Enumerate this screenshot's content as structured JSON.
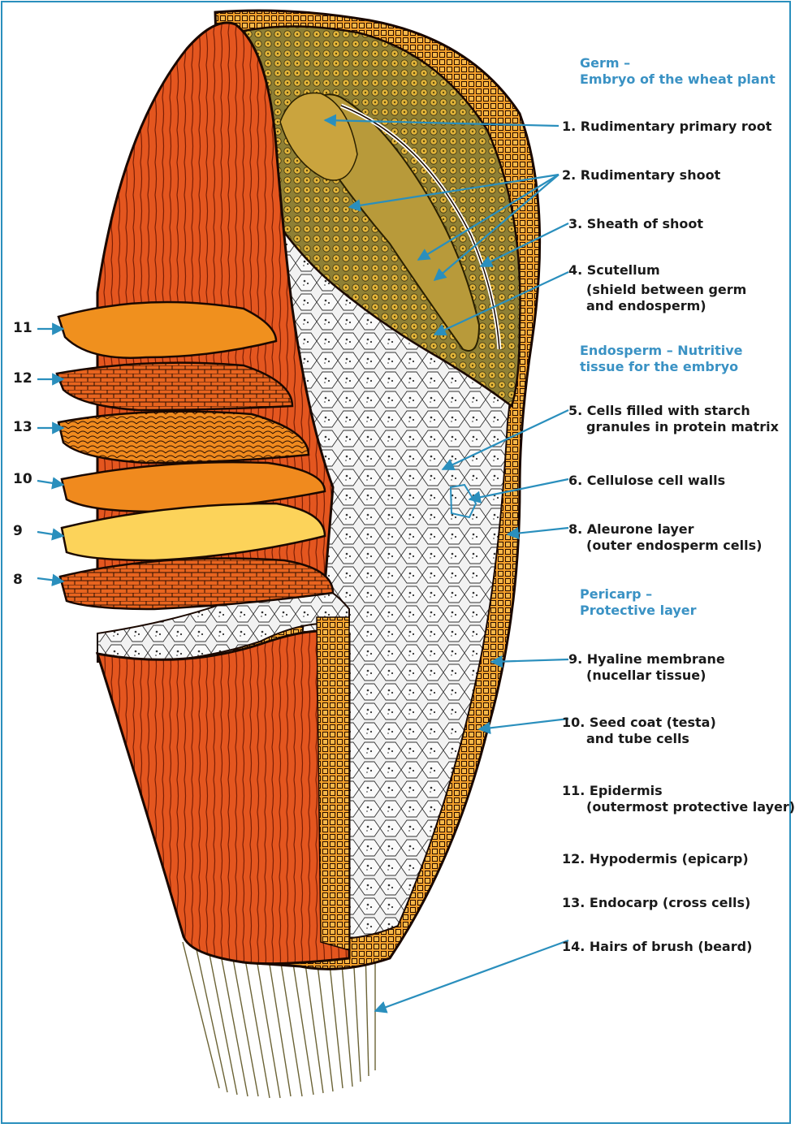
{
  "sections": {
    "germ": [
      "Germ –",
      "Embryo of the wheat plant"
    ],
    "endosperm": [
      "Endosperm – Nutritive",
      "tissue for the embryo"
    ],
    "pericarp": [
      "Pericarp –",
      "Protective layer"
    ]
  },
  "labels": {
    "l1": [
      "1. Rudimentary primary root"
    ],
    "l2": [
      "2. Rudimentary shoot"
    ],
    "l3": [
      "3. Sheath of shoot"
    ],
    "l4": [
      "4. Scutellum",
      "(shield between germ",
      "and endosperm)"
    ],
    "l5": [
      "5. Cells filled with starch",
      "granules in protein matrix"
    ],
    "l6": [
      "6. Cellulose cell walls"
    ],
    "l8": [
      "8. Aleurone layer",
      "(outer endosperm cells)"
    ],
    "l9": [
      "9. Hyaline membrane",
      "(nucellar tissue)"
    ],
    "l10": [
      "10. Seed coat (testa)",
      "and tube cells"
    ],
    "l11": [
      "11. Epidermis",
      "(outermost protective layer)"
    ],
    "l12": [
      "12. Hypodermis (epicarp)"
    ],
    "l13": [
      "13. Endocarp (cross cells)"
    ],
    "l14": [
      "14. Hairs of brush (beard)"
    ]
  },
  "layer_numbers": [
    "11",
    "12",
    "13",
    "10",
    "9",
    "8"
  ],
  "colors": {
    "frame": "#2a8fbd",
    "section_heading": "#3a92c4",
    "arrow": "#2a8fbd",
    "pericarp_red": "#e4561f",
    "pericarp_orange": "#f08a1e",
    "hyaline_yellow": "#fcd35a",
    "germ_olive": "#9a8a3a",
    "endosperm_grey": "#e8e8e8"
  }
}
